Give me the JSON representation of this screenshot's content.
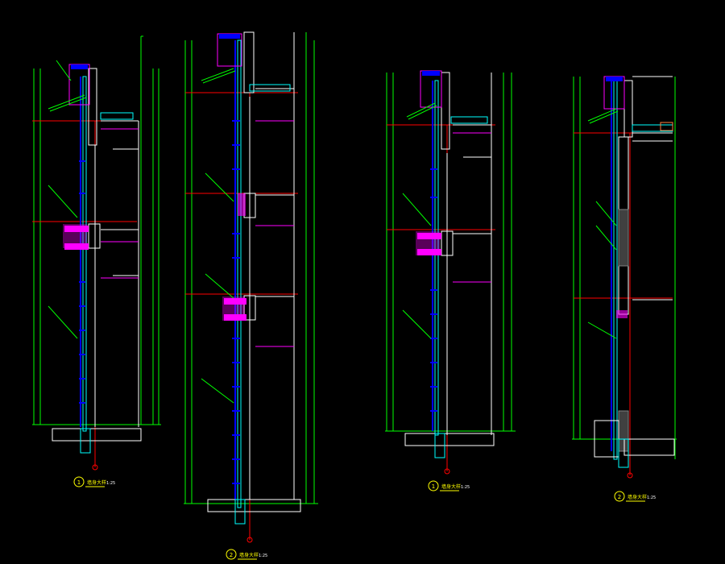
{
  "drawing": {
    "background": "#000000",
    "colors": {
      "dimension": "#00ff00",
      "structure": "#ffffff",
      "curtain_wall": "#00ffff",
      "mullion": "#0000ff",
      "section_cut": "#ff00ff",
      "axis": "#ff0000",
      "insulation": "#808080",
      "annotation": "#ffff00"
    },
    "sections": [
      {
        "number": "1",
        "title": "墙身大样",
        "scale": "1:25"
      },
      {
        "number": "2",
        "title": "墙身大样",
        "scale": "1:25"
      },
      {
        "number": "1",
        "title": "墙身大样",
        "scale": "1:25"
      },
      {
        "number": "2",
        "title": "墙身大样",
        "scale": "1:25"
      }
    ]
  }
}
